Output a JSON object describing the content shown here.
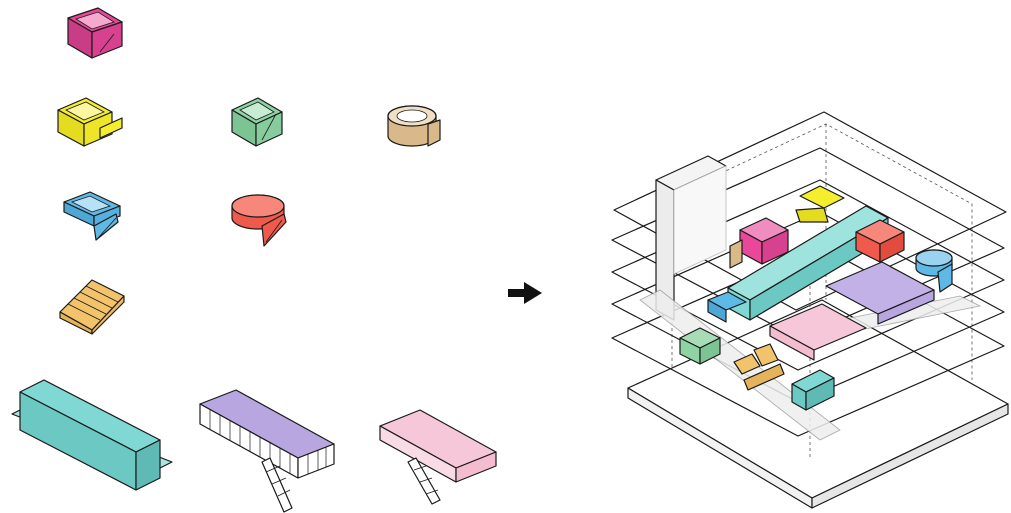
{
  "diagram": {
    "description_visible_text": [],
    "colors": {
      "magenta": "#e8479a",
      "yellow": "#f4ee2c",
      "green": "#8fd3a4",
      "tan": "#d9b98a",
      "blue": "#5fb9e6",
      "red": "#ef5a4c",
      "orange": "#f3c36b",
      "teal": "#7fd8d3",
      "purple": "#b8a6e0",
      "pink": "#f6c7d8",
      "floor": "#ffffff",
      "core": "#efefef",
      "arrow": "#111111"
    },
    "modules": [
      {
        "id": "magenta-box",
        "color": "magenta",
        "group": "small"
      },
      {
        "id": "yellow-box",
        "color": "yellow",
        "group": "small"
      },
      {
        "id": "green-box",
        "color": "green",
        "group": "small"
      },
      {
        "id": "tan-ring",
        "color": "tan",
        "group": "small"
      },
      {
        "id": "blue-box",
        "color": "blue",
        "group": "small"
      },
      {
        "id": "red-ring",
        "color": "red",
        "group": "small"
      },
      {
        "id": "orange-stair",
        "color": "orange",
        "group": "small"
      },
      {
        "id": "teal-bar",
        "color": "teal",
        "group": "large"
      },
      {
        "id": "purple-bar",
        "color": "purple",
        "group": "large"
      },
      {
        "id": "pink-bar",
        "color": "pink",
        "group": "large"
      }
    ],
    "arrow": "right-arrow-icon",
    "assembly": {
      "floors": 5
    }
  }
}
